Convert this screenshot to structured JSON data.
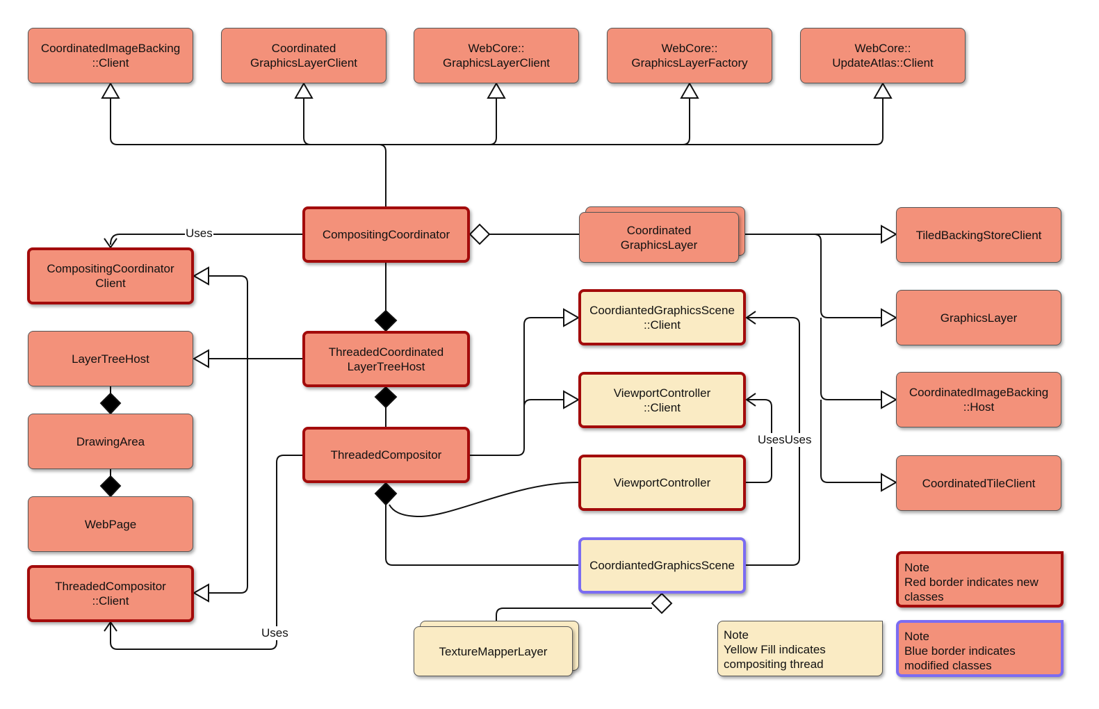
{
  "nodes": {
    "cib_client": "CoordinatedImageBacking\n::Client",
    "cgl_client": "Coordinated\nGraphicsLayerClient",
    "wc_glc": "WebCore::\nGraphicsLayerClient",
    "wc_glf": "WebCore::\nGraphicsLayerFactory",
    "wc_ua": "WebCore::\nUpdateAtlas::Client",
    "compositing_coordinator": "CompositingCoordinator",
    "coordinated_graphics_layer": "Coordinated\nGraphicsLayer",
    "tiled_backing_store_client": "TiledBackingStoreClient",
    "cc_client": "CompositingCoordinator\nClient",
    "layer_tree_host": "LayerTreeHost",
    "threaded_coordinated_lth": "ThreadedCoordinated\nLayerTreeHost",
    "cgs_client": "CoordiantedGraphicsScene\n::Client",
    "graphics_layer": "GraphicsLayer",
    "drawing_area": "DrawingArea",
    "viewport_controller_client": "ViewportController\n::Client",
    "cib_host": "CoordinatedImageBacking\n::Host",
    "threaded_compositor": "ThreadedCompositor",
    "viewport_controller": "ViewportController",
    "coordinated_tile_client": "CoordinatedTileClient",
    "web_page": "WebPage",
    "cgs": "CoordiantedGraphicsScene",
    "tc_client": "ThreadedCompositor\n::Client",
    "texture_mapper_layer": "TextureMapperLayer"
  },
  "notes": {
    "red": "Note\nRed border indicates new\nclasses",
    "yellow": "Note\nYellow Fill indicates\ncompositing thread",
    "blue": "Note\nBlue border indicates\nmodified classes"
  },
  "labels": {
    "uses_top": "Uses",
    "uses_right": "UsesUses",
    "uses_bottom": "Uses"
  },
  "colors": {
    "salmon_fill": "#f3917a",
    "yellow_fill": "#faebc4",
    "new_class_border": "#a30b0b",
    "modified_class_border": "#7b6cf2"
  }
}
